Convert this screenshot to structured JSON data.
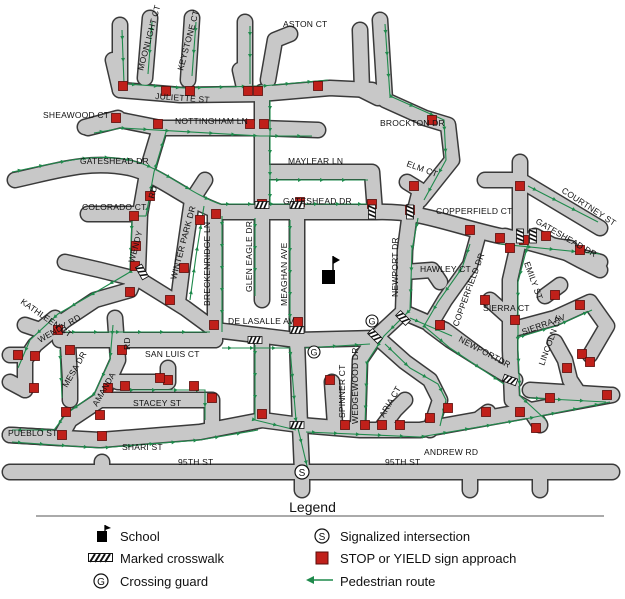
{
  "streets": [
    {
      "id": "moonlight-ct",
      "label": "MOONLIGHT CT"
    },
    {
      "id": "keystone-ct",
      "label": "KEYSTONE CT"
    },
    {
      "id": "aston-ct",
      "label": "ASTON CT"
    },
    {
      "id": "juliette-st",
      "label": "JULIETTE ST"
    },
    {
      "id": "sheawood-ct",
      "label": "SHEAWOOD CT"
    },
    {
      "id": "nottingham-ln",
      "label": "NOTTINGHAM LN"
    },
    {
      "id": "brockton-dr",
      "label": "BROCKTON DR"
    },
    {
      "id": "maylear-ln",
      "label": "MAYLEAR LN"
    },
    {
      "id": "elm-ct",
      "label": "ELM CT"
    },
    {
      "id": "gateshead-dr-west",
      "label": "GATESHEAD DR"
    },
    {
      "id": "courtney-st",
      "label": "COURTNEY ST"
    },
    {
      "id": "colorado-ct",
      "label": "COLORADO CT"
    },
    {
      "id": "gateshead-dr-mid",
      "label": "GATESHEAD DR"
    },
    {
      "id": "copperfield-ct",
      "label": "COPPERFIELD CT"
    },
    {
      "id": "gateshead-dr-east",
      "label": "GATESHEAD DR"
    },
    {
      "id": "wendy-rd-north",
      "label": "WENDY"
    },
    {
      "id": "rd-small",
      "label": "RD"
    },
    {
      "id": "winter-park-dr",
      "label": "WINTER PARK DR"
    },
    {
      "id": "breckenridge-ln",
      "label": "BRECKENRIDGE LN"
    },
    {
      "id": "glen-eagle-dr",
      "label": "GLEN EAGLE DR"
    },
    {
      "id": "meaghan-ave",
      "label": "MEAGHAN AVE"
    },
    {
      "id": "newport-dr",
      "label": "NEWPORT DR"
    },
    {
      "id": "hawley-ct",
      "label": "HAWLEY CT"
    },
    {
      "id": "copperfield-dr",
      "label": "COPPERFIELD DR"
    },
    {
      "id": "emily-st",
      "label": "EMILY ST"
    },
    {
      "id": "kathleen-ct",
      "label": "KATHLEEN CT"
    },
    {
      "id": "wendy-rd",
      "label": "WENDY RD"
    },
    {
      "id": "de-lasalle-av",
      "label": "DE LASALLE AV"
    },
    {
      "id": "sierra-ct",
      "label": "SIERRA CT"
    },
    {
      "id": "sierra-av",
      "label": "SIERRA AV"
    },
    {
      "id": "newport-dr-south",
      "label": "NEWPORTDR"
    },
    {
      "id": "lincoln-ct",
      "label": "LINCOLN CT"
    },
    {
      "id": "mesa-dr",
      "label": "MESA DR"
    },
    {
      "id": "amanda-rd",
      "label": "AMANDA"
    },
    {
      "id": "rd-amanda",
      "label": "RD"
    },
    {
      "id": "san-luis-ct",
      "label": "SAN LUIS CT"
    },
    {
      "id": "spinner-ct",
      "label": "SPINNER CT"
    },
    {
      "id": "wedgewood-dr",
      "label": "WEDGEWOOD DR"
    },
    {
      "id": "aria-ct",
      "label": "ARIA CT"
    },
    {
      "id": "stacey-st",
      "label": "STACEY ST"
    },
    {
      "id": "pueblo-st",
      "label": "PUEBLO ST"
    },
    {
      "id": "shari-st",
      "label": "SHARI ST"
    },
    {
      "id": "andrew-rd",
      "label": "ANDREW RD"
    },
    {
      "id": "95th-st-west",
      "label": "95TH ST"
    },
    {
      "id": "95th-st-east",
      "label": "95TH ST"
    }
  ],
  "map_symbols": {
    "signalized_glyph": "S",
    "crossing_guard_glyph": "G"
  },
  "legend": {
    "title": "Legend",
    "items": [
      {
        "key": "school",
        "label": "School",
        "icon": "school-flag-icon"
      },
      {
        "key": "crosswalk",
        "label": "Marked crosswalk",
        "icon": "crosswalk-icon"
      },
      {
        "key": "guard",
        "label": "Crossing guard",
        "icon": "crossing-guard-icon",
        "glyph": "G"
      },
      {
        "key": "signal",
        "label": "Signalized intersection",
        "icon": "signalized-intersection-icon",
        "glyph": "S"
      },
      {
        "key": "stop",
        "label": "STOP or YIELD sign approach",
        "icon": "stop-sign-square-icon"
      },
      {
        "key": "route",
        "label": "Pedestrian route",
        "icon": "pedestrian-route-arrow-icon"
      }
    ]
  },
  "colors": {
    "road_fill": "#c8c8c8",
    "road_edge": "#3a3a3a",
    "stop_sign": "#c0201a",
    "pedestrian_route": "#1f8a4c"
  }
}
